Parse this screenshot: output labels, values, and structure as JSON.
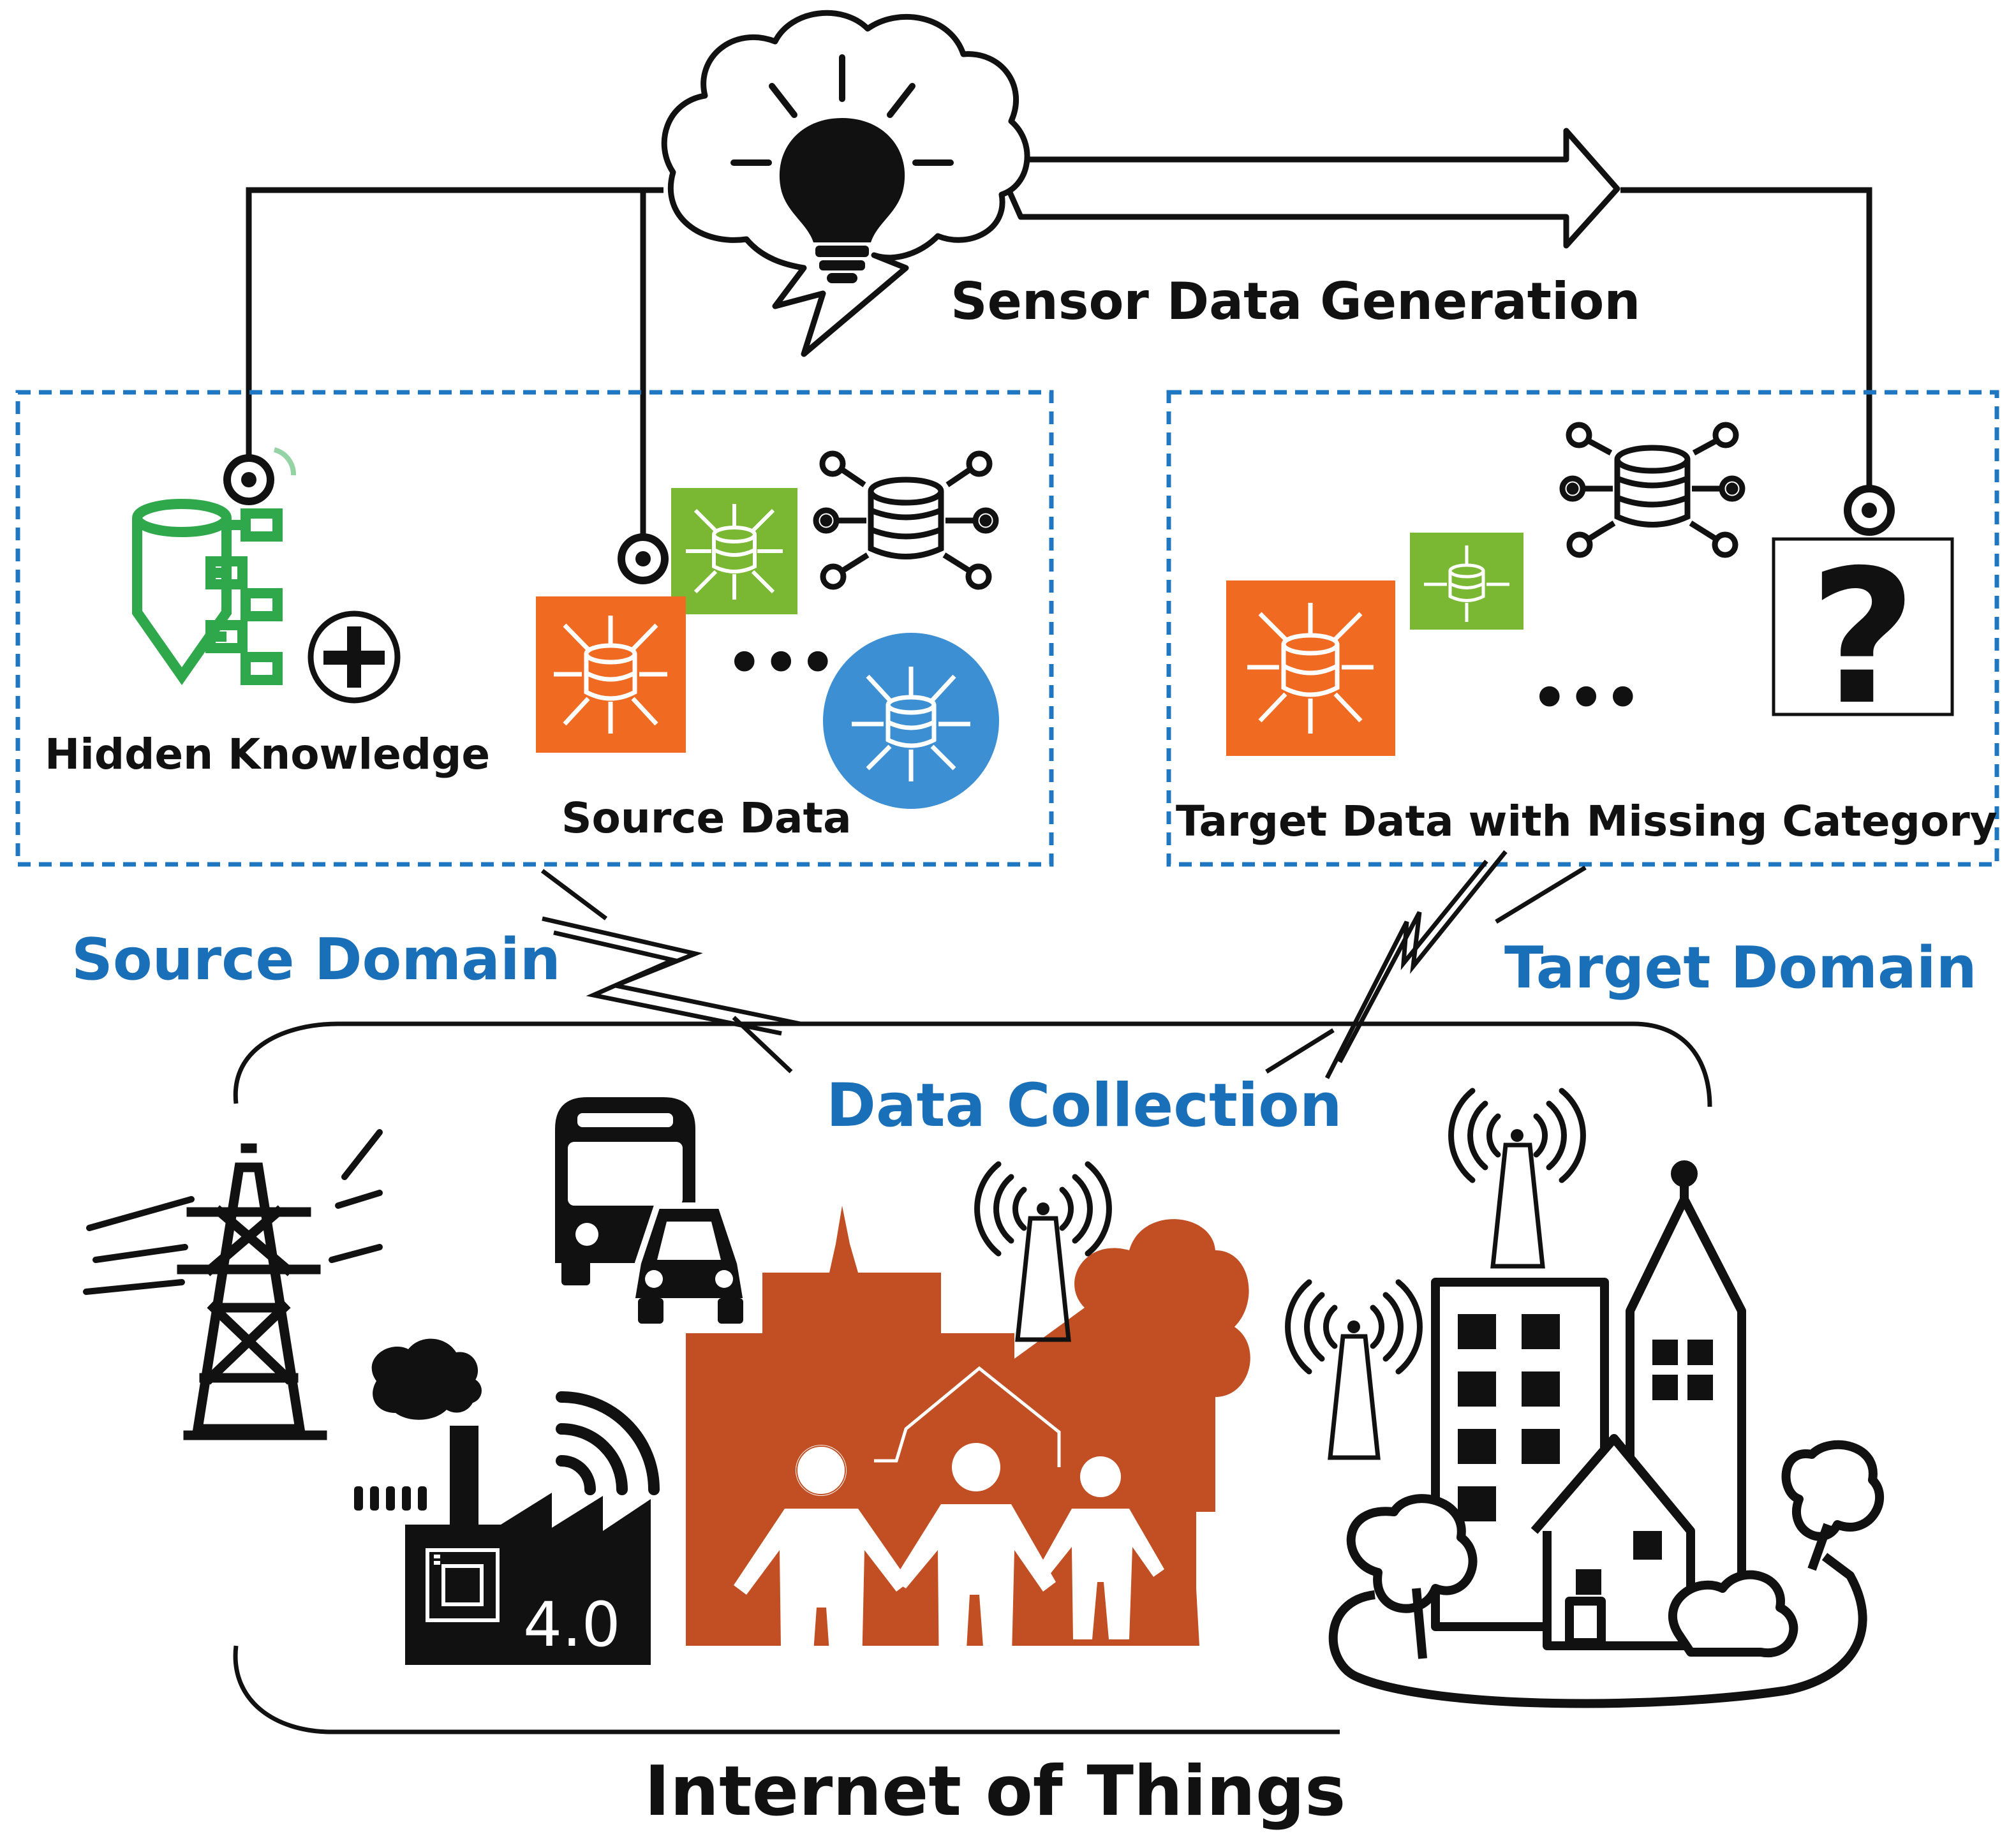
{
  "labels": {
    "sensor_data_generation": "Sensor Data Generation",
    "hidden_knowledge": "Hidden Knowledge",
    "source_data": "Source Data",
    "target_data": "Target Data with Missing Category",
    "source_domain": "Source Domain",
    "target_domain": "Target Domain",
    "data_collection": "Data Collection",
    "internet_of_things": "Internet of Things",
    "industry_badge": "4.0",
    "ellipsis": "•••",
    "question_mark": "?"
  },
  "colors": {
    "box_border": "#1f77c2",
    "domain_text": "#1a6fb9",
    "green_icon": "#2ea84a",
    "green_tile": "#7ab833",
    "orange_tile": "#f06a22",
    "blue_circle": "#3d8fd3",
    "city_brown": "#c14f23",
    "ink": "#111111"
  }
}
